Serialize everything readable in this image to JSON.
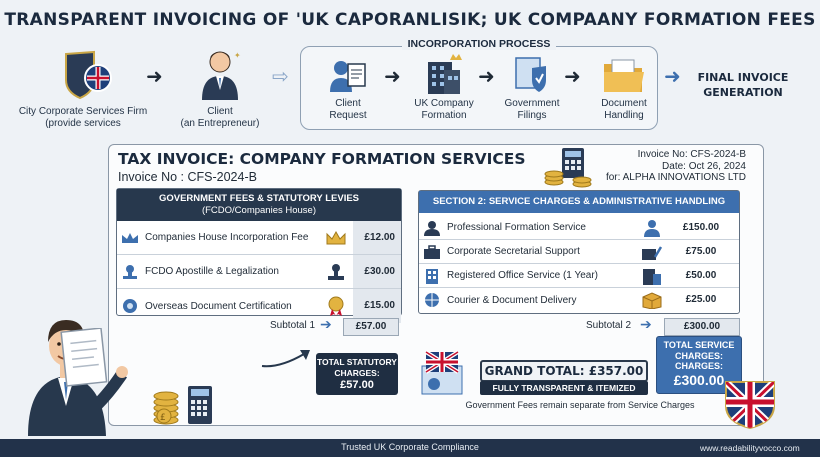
{
  "title": "TRANSPARENT INVOICING OF 'UK CAPORANLISIK; UK COMPAANY FORMATION FEES",
  "flow": {
    "firm_label": "City Corporate Services Firm\n(provide services",
    "client_label": "Client\n(an Entrepreneur)",
    "process_title": "INCORPORATION PROCESS",
    "steps": [
      {
        "label": "Client\nRequest",
        "icon": "client-request-icon"
      },
      {
        "label": "UK Company\nFormation",
        "icon": "company-building-icon"
      },
      {
        "label": "Government\nFilings",
        "icon": "government-shield-icon"
      },
      {
        "label": "Document\nHandling",
        "icon": "folder-icon"
      }
    ],
    "final_label": "FINAL INVOICE\nGENERATION"
  },
  "invoice": {
    "title": "TAX INVOICE: COMPANY FORMATION SERVICES",
    "number_line": "Invoice No : CFS-2024-B",
    "meta": {
      "invoice_no": "Invoice No: CFS-2024-B",
      "date": "Date: Oct 26, 2024",
      "for": "for: ALPHA INNOVATIONS LTD"
    },
    "section1": {
      "heading": "GOVERNMENT FEES & STATUTORY LEVIES",
      "subheading": "(FCDO/Companies House)",
      "rows": [
        {
          "label": "Companies House Incorporation Fee",
          "amount": "£12.00",
          "icon": "crown-icon"
        },
        {
          "label": "FCDO Apostille & Legalization",
          "amount": "£30.00",
          "icon": "stamp-icon"
        },
        {
          "label": "Overseas Document Certification",
          "amount": "£15.00",
          "icon": "seal-icon"
        }
      ],
      "subtotal_label": "Subtotal 1",
      "subtotal_amount": "£57.00",
      "total_label": "TOTAL STATUTORY\nCHARGES:",
      "total_amount": "£57.00"
    },
    "section2": {
      "heading": "SECTION 2: SERVICE CHARGES & ADMINISTRATIVE HANDLING",
      "rows": [
        {
          "label": "Professional Formation Service",
          "amount": "£150.00",
          "icon": "person-icon"
        },
        {
          "label": "Corporate Secretarial Support",
          "amount": "£75.00",
          "icon": "briefcase-icon"
        },
        {
          "label": "Registered Office Service (1 Year)",
          "amount": "£50.00",
          "icon": "office-icon"
        },
        {
          "label": "Courier & Document Delivery",
          "amount": "£25.00",
          "icon": "parcel-icon"
        }
      ],
      "subtotal_label": "Subtotal 2",
      "subtotal_amount": "£300.00",
      "total_label": "TOTAL SERVICE\nCHARGES:\nCHARGES:",
      "total_amount": "£300.00"
    },
    "grand_total": "GRAND TOTAL: £357.00",
    "grand_note": "FULLY TRANSPARENT & ITEMIZED",
    "separation_note": "Government Fees remain separate from Service Charges"
  },
  "footer": {
    "center": "Trusted UK Corporate Compliance",
    "right": "www.readabilityvocco.com"
  },
  "colors": {
    "navy": "#27384d",
    "blue": "#3d6fae",
    "background": "#eef2f6",
    "union_red": "#c8102e"
  }
}
